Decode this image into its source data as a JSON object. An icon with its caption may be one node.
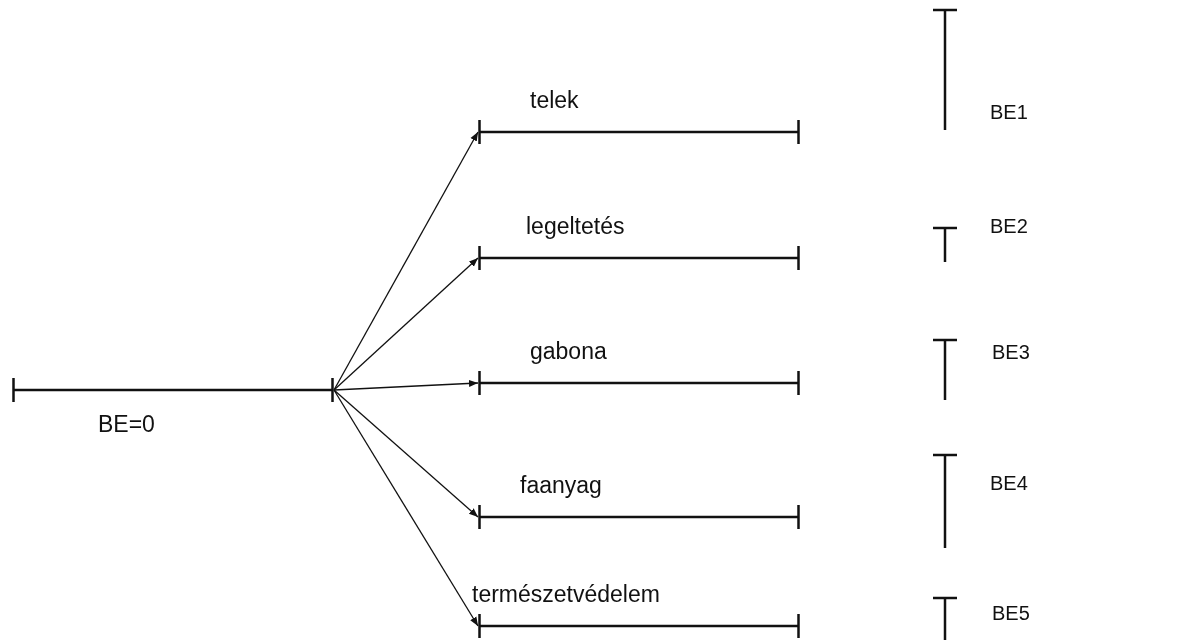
{
  "diagram": {
    "nodes": [
      {
        "text": [
          "BE=0"
        ]
      },
      {
        "text": [
          "telek"
        ]
      },
      {
        "text": [
          "legeltetés"
        ]
      },
      {
        "text": [
          "gabona"
        ]
      },
      {
        "text": [
          "faanyag"
        ]
      },
      {
        "text": [
          "természetvédelem"
        ]
      }
    ],
    "edges": [
      {
        "from": 0,
        "to": 1,
        "arrow": "to"
      },
      {
        "from": 0,
        "to": 2,
        "arrow": "to"
      },
      {
        "from": 0,
        "to": 3,
        "arrow": "to"
      },
      {
        "from": 0,
        "to": 4,
        "arrow": "to"
      },
      {
        "from": 0,
        "to": 5,
        "arrow": "to"
      }
    ],
    "labels": [
      "BE1",
      "BE2",
      "BE3",
      "BE4",
      "BE5"
    ]
  }
}
